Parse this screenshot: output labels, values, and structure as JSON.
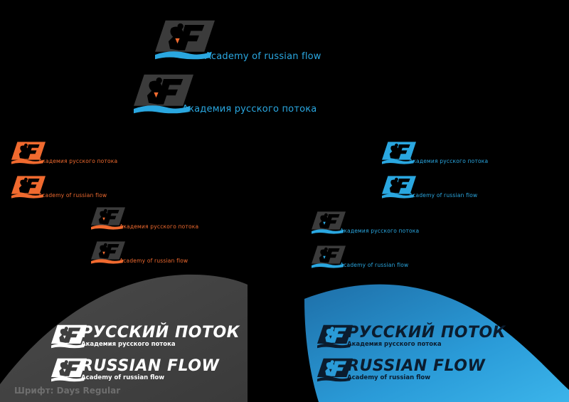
{
  "colors": {
    "background": "#000000",
    "blue": "#2aa7e0",
    "orange": "#f06a2f",
    "dark_gray": "#3b3b3b",
    "white": "#ffffff"
  },
  "logos": {
    "top_en": "Academy of russian flow",
    "top_ru": "Академия русского потока",
    "orange_ru": "Академия русского потока",
    "orange_en": "Academy of russian flow",
    "gray_ru": "Академия русского потока",
    "gray_en": "Academy of russian flow",
    "blue_ru": "Академия русского потока",
    "blue_en": "Academy of russian flow",
    "blue_gray_ru": "Академия русского потока",
    "blue_gray_en": "Academy of russian flow"
  },
  "panels": {
    "gray": {
      "title_ru": "РУССКИЙ ПОТОК",
      "subtitle_ru": "Академия русского потока",
      "title_en": "RUSSIAN FLOW",
      "subtitle_en": "Academy of russian flow"
    },
    "blue": {
      "title_ru": "РУССКИЙ ПОТОК",
      "subtitle_ru": "Академия русского потока",
      "title_en": "RUSSIAN FLOW",
      "subtitle_en": "Academy of russian flow"
    }
  },
  "font_note": "Шрифт: Days Regular"
}
